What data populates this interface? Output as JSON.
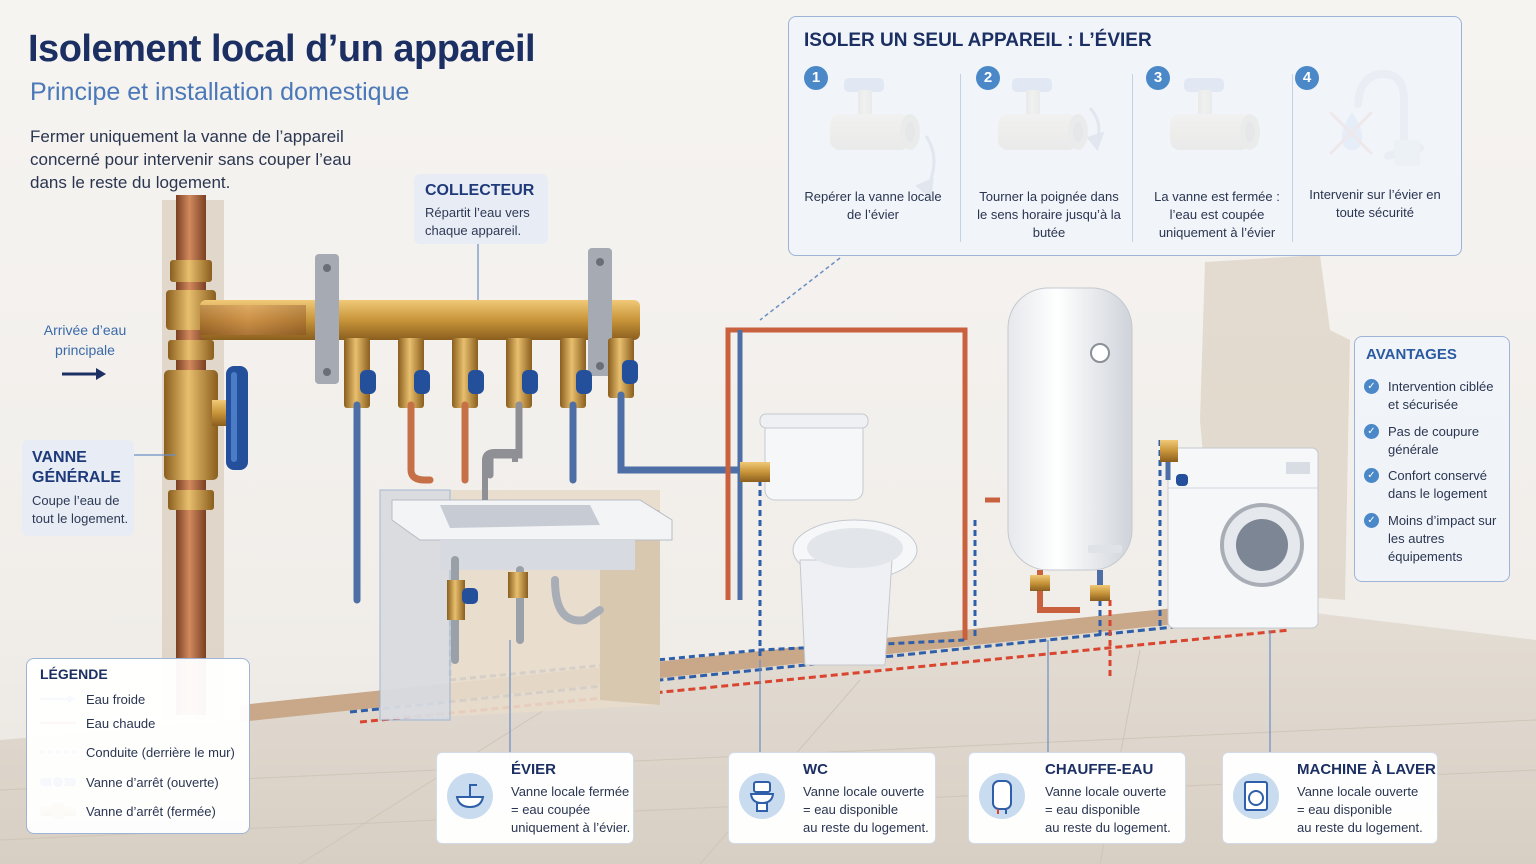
{
  "header": {
    "title": "Isolement local d’un appareil",
    "subtitle": "Principe et installation domestique",
    "intro": "Fermer uniquement la vanne de l’appareil concerné pour intervenir sans couper l’eau dans le reste du logement."
  },
  "labels": {
    "main_inlet": "Arrivée d’eau principale",
    "collector": {
      "title": "COLLECTEUR",
      "text": "Répartit l’eau vers chaque appareil."
    },
    "main_valve": {
      "title": "VANNE GÉNÉRALE",
      "text": "Coupe l’eau de tout le logement."
    }
  },
  "steps": {
    "title": "ISOLER UN SEUL APPAREIL : L’ÉVIER",
    "items": [
      {
        "num": "1",
        "text": "Repérer la vanne locale de l’évier"
      },
      {
        "num": "2",
        "text": "Tourner la poignée dans le sens horaire jusqu’à la butée"
      },
      {
        "num": "3",
        "text": "La vanne est fermée : l’eau est coupée uniquement à l’évier"
      },
      {
        "num": "4",
        "text": "Intervenir sur l’évier en toute sécurité"
      }
    ]
  },
  "advantages": {
    "title": "AVANTAGES",
    "items": [
      "Intervention ciblée et sécurisée",
      "Pas de coupure générale",
      "Confort conservé dans le logement",
      "Moins d’impact sur les autres équipements"
    ]
  },
  "legend": {
    "title": "LÉGENDE",
    "items": [
      "Eau froide",
      "Eau chaude",
      "Conduite (derrière le mur)",
      "Vanne d’arrêt (ouverte)",
      "Vanne d’arrêt (fermée)"
    ]
  },
  "appliances": [
    {
      "title": "ÉVIER",
      "lines": [
        "Vanne locale fermée",
        "= eau coupée",
        "uniquement à l’évier."
      ]
    },
    {
      "title": "WC",
      "lines": [
        "Vanne locale ouverte",
        "= eau disponible",
        "au reste du logement."
      ]
    },
    {
      "title": "CHAUFFE-EAU",
      "lines": [
        "Vanne locale ouverte",
        "= eau disponible",
        "au reste du logement."
      ]
    },
    {
      "title": "MACHINE À LAVER",
      "lines": [
        "Vanne locale ouverte",
        "= eau disponible",
        "au reste du logement."
      ]
    }
  ],
  "colors": {
    "cold_water": "#2f5fa8",
    "hot_water": "#d9452f",
    "brass": "#c8953a",
    "copper": "#b8704a",
    "accent": "#1b2f63",
    "valve_handle": "#244f9a"
  },
  "icons": [
    "drop-crossed-icon",
    "check-icon",
    "sink-icon",
    "toilet-icon",
    "water-heater-icon",
    "washing-machine-icon",
    "arrow-right-icon",
    "clockwise-arrow-icon"
  ]
}
